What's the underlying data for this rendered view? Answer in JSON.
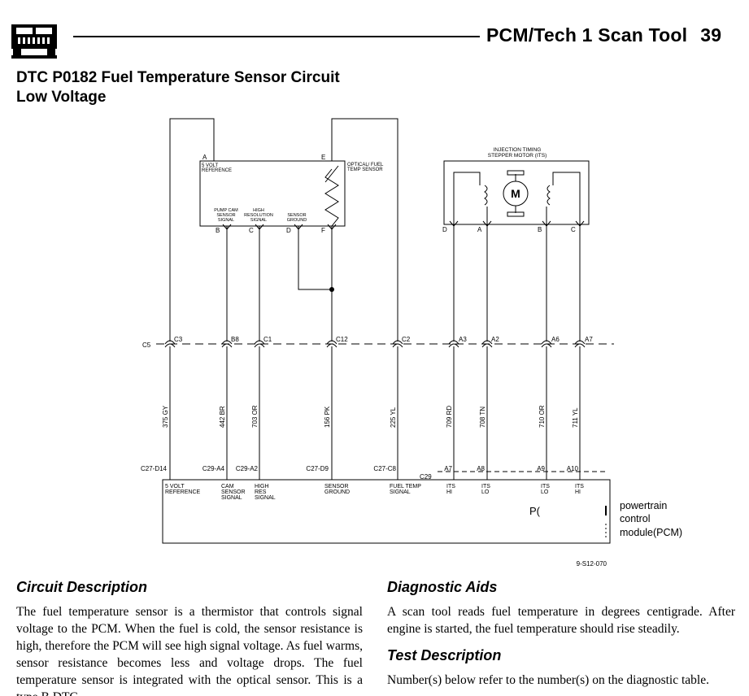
{
  "header": {
    "title": "PCM/Tech 1 Scan Tool",
    "page_number": "39"
  },
  "logo_icon": "hummer-vehicle-logo",
  "dtc_title": [
    "DTC P0182 Fuel Temperature Sensor Circuit",
    "Low Voltage"
  ],
  "diagram": {
    "figure_id": "9-S12-070",
    "connector_row": "C5",
    "connector_bottom": "C29",
    "fuel_sensor": {
      "pin_letters": [
        "A",
        "E",
        "B",
        "C",
        "D",
        "F"
      ],
      "ref_label": [
        "5 VOLT",
        "REFERENCE"
      ],
      "optical_label": [
        "OPTICAL/ FUEL",
        "TEMP SENSOR"
      ],
      "pump_cam_label": [
        "PUMP CAM",
        "SENSOR",
        "SIGNAL"
      ],
      "high_res_label": [
        "HIGH",
        "RESOLUTION",
        "SIGNAL"
      ],
      "sensor_ground_label": [
        "SENSOR",
        "GROUND"
      ]
    },
    "its_motor": {
      "title": [
        "INJECTION TIMING",
        "STEPPER MOTOR (ITS)"
      ],
      "motor_symbol": "M",
      "pin_letters": [
        "D",
        "A",
        "B",
        "C"
      ]
    },
    "c5_cavities": [
      "C3",
      "B8",
      "C1",
      "C12",
      "C2",
      "A3",
      "A2",
      "A6",
      "A7"
    ],
    "wires": [
      "375 GY",
      "442 BR",
      "703 OR",
      "156 PK",
      "225 YL",
      "709 RD",
      "708 TN",
      "710 OR",
      "711 YL"
    ],
    "pcm_connectors": [
      "C27-D14",
      "C29-A4",
      "C29-A2",
      "C27-D9",
      "C27-C8",
      "A7",
      "A8",
      "A9",
      "A10"
    ],
    "pcm_terminals": [
      [
        "5 VOLT",
        "REFERENCE"
      ],
      [
        "CAM",
        "SENSOR",
        "SIGNAL"
      ],
      [
        "HIGH",
        "RES",
        "SIGNAL"
      ],
      [
        "SENSOR",
        "GROUND"
      ],
      [
        "FUEL TEMP",
        "SIGNAL"
      ],
      [
        "ITS",
        "HI"
      ],
      [
        "ITS",
        "LO"
      ],
      [
        "ITS",
        "LO"
      ],
      [
        "ITS",
        "HI"
      ]
    ],
    "pcm_box_text": "P(",
    "pcm_label": [
      "powertrain",
      "control",
      "module(PCM)"
    ]
  },
  "circuit_description": {
    "heading": "Circuit Description",
    "text": "The fuel temperature sensor is a thermistor that controls signal voltage to the PCM. When the fuel is cold, the sensor resistance is high, therefore the PCM will see high signal voltage. As fuel warms, sensor resistance becomes less and voltage drops. The fuel temperature sensor is integrated with the optical sensor. This is a type B DTC."
  },
  "diagnostic_aids": {
    "heading": "Diagnostic Aids",
    "text": "A scan tool reads fuel temperature in degrees centigrade. After engine is started, the fuel temperature should rise steadily."
  },
  "test_description": {
    "heading": "Test Description",
    "text": "Number(s) below refer to the number(s) on the diagnostic table."
  }
}
